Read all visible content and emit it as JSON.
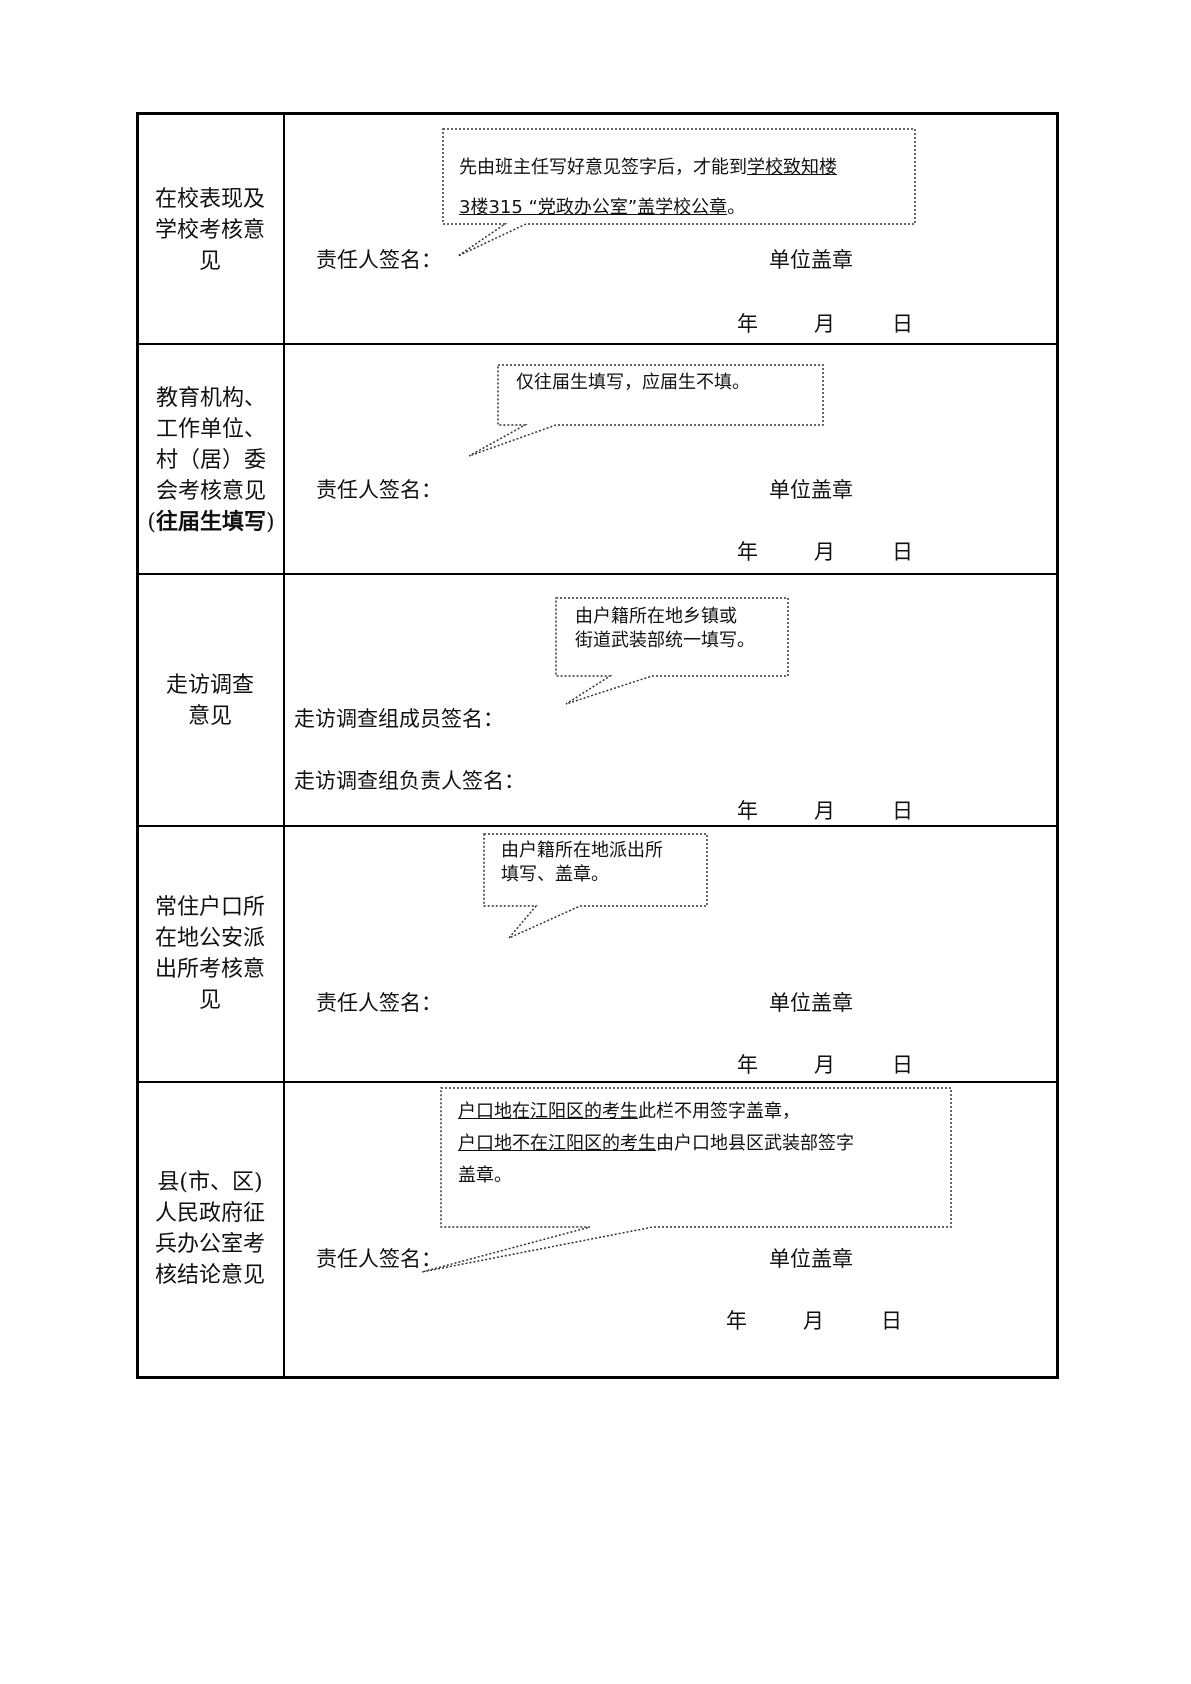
{
  "rows": [
    {
      "label": "在校表现及学校考核意见",
      "signer": "责任人签名：",
      "seal": "单位盖章",
      "date": {
        "year": "年",
        "month": "月",
        "day": "日"
      },
      "note": {
        "p1_a": "先由班主任写好意见签字后，才能到",
        "p1_b": "学校致知楼",
        "p2_a": "3楼315 “党政办公室”",
        "p2_b": "盖学校公章",
        "p2_c": "。"
      }
    },
    {
      "label": "教育机构、工作单位、村（居）委会考核意见(",
      "label_bold": "往届生填写",
      "label_close": ")",
      "signer": "责任人签名：",
      "seal": "单位盖章",
      "date": {
        "year": "年",
        "month": "月",
        "day": "日"
      },
      "note": "仅往届生填写，应届生不填。"
    },
    {
      "label": "走访调查意见",
      "signer1": "走访调查组成员签名：",
      "signer2": "走访调查组负责人签名：",
      "date": {
        "year": "年",
        "month": "月",
        "day": "日"
      },
      "note_l1": "由户籍所在地乡镇或",
      "note_l2": "街道武装部统一填写。"
    },
    {
      "label": "常住户口所在地公安派出所考核意见",
      "signer": "责任人签名：",
      "seal": "单位盖章",
      "date": {
        "year": "年",
        "month": "月",
        "day": "日"
      },
      "note_l1": "由户籍所在地派出所",
      "note_l2": "填写、盖章。"
    },
    {
      "label": "县(市、区)人民政府征兵办公室考核结论意见",
      "signer": "责任人签名：",
      "seal": "单位盖章",
      "date": {
        "year": "年",
        "month": "月",
        "day": "日"
      },
      "note": {
        "l1_a": "户口地在江阳区的考生",
        "l1_b": "此栏不用签字盖章，",
        "l2_a": "户口地不在江阳区的考生",
        "l2_b": "由户口地县区武装部签字",
        "l3": "盖章。"
      }
    }
  ]
}
